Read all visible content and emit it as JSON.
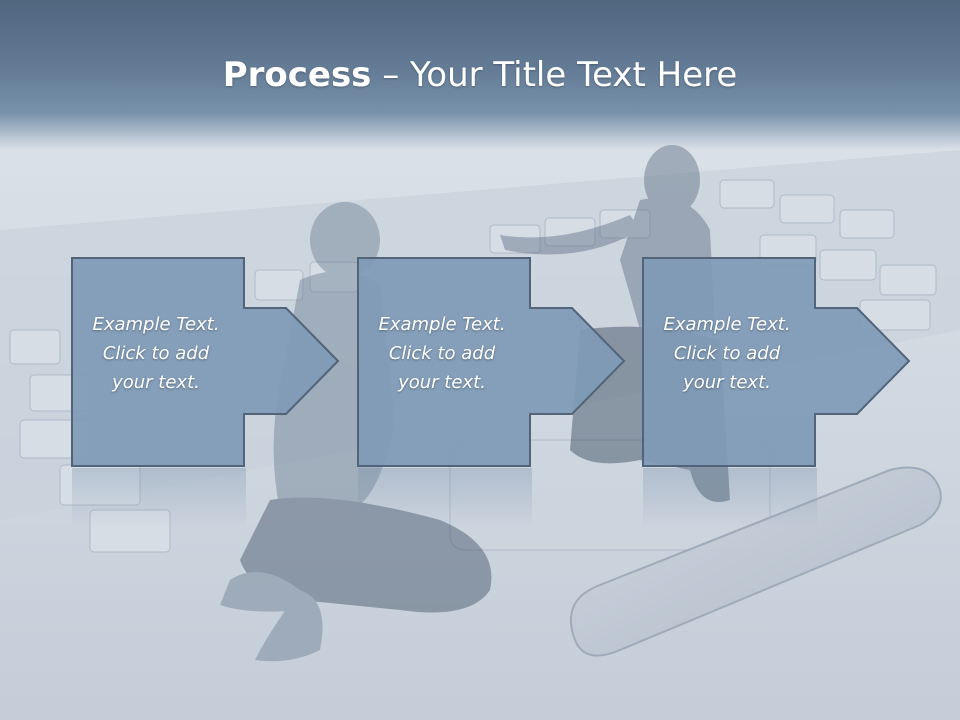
{
  "slide": {
    "title_bold": "Process",
    "title_rest": " – Your Title Text Here"
  },
  "steps": [
    {
      "line1": "Example Text.",
      "line2": "Click  to add",
      "line3": "your text."
    },
    {
      "line1": "Example Text.",
      "line2": "Click  to add",
      "line3": "your text."
    },
    {
      "line1": "Example Text.",
      "line2": "Click  to add",
      "line3": "your text."
    }
  ],
  "colors": {
    "box_fill": "#7f9ab6",
    "box_stroke": "#51647a",
    "title_band": "#5f7791"
  }
}
